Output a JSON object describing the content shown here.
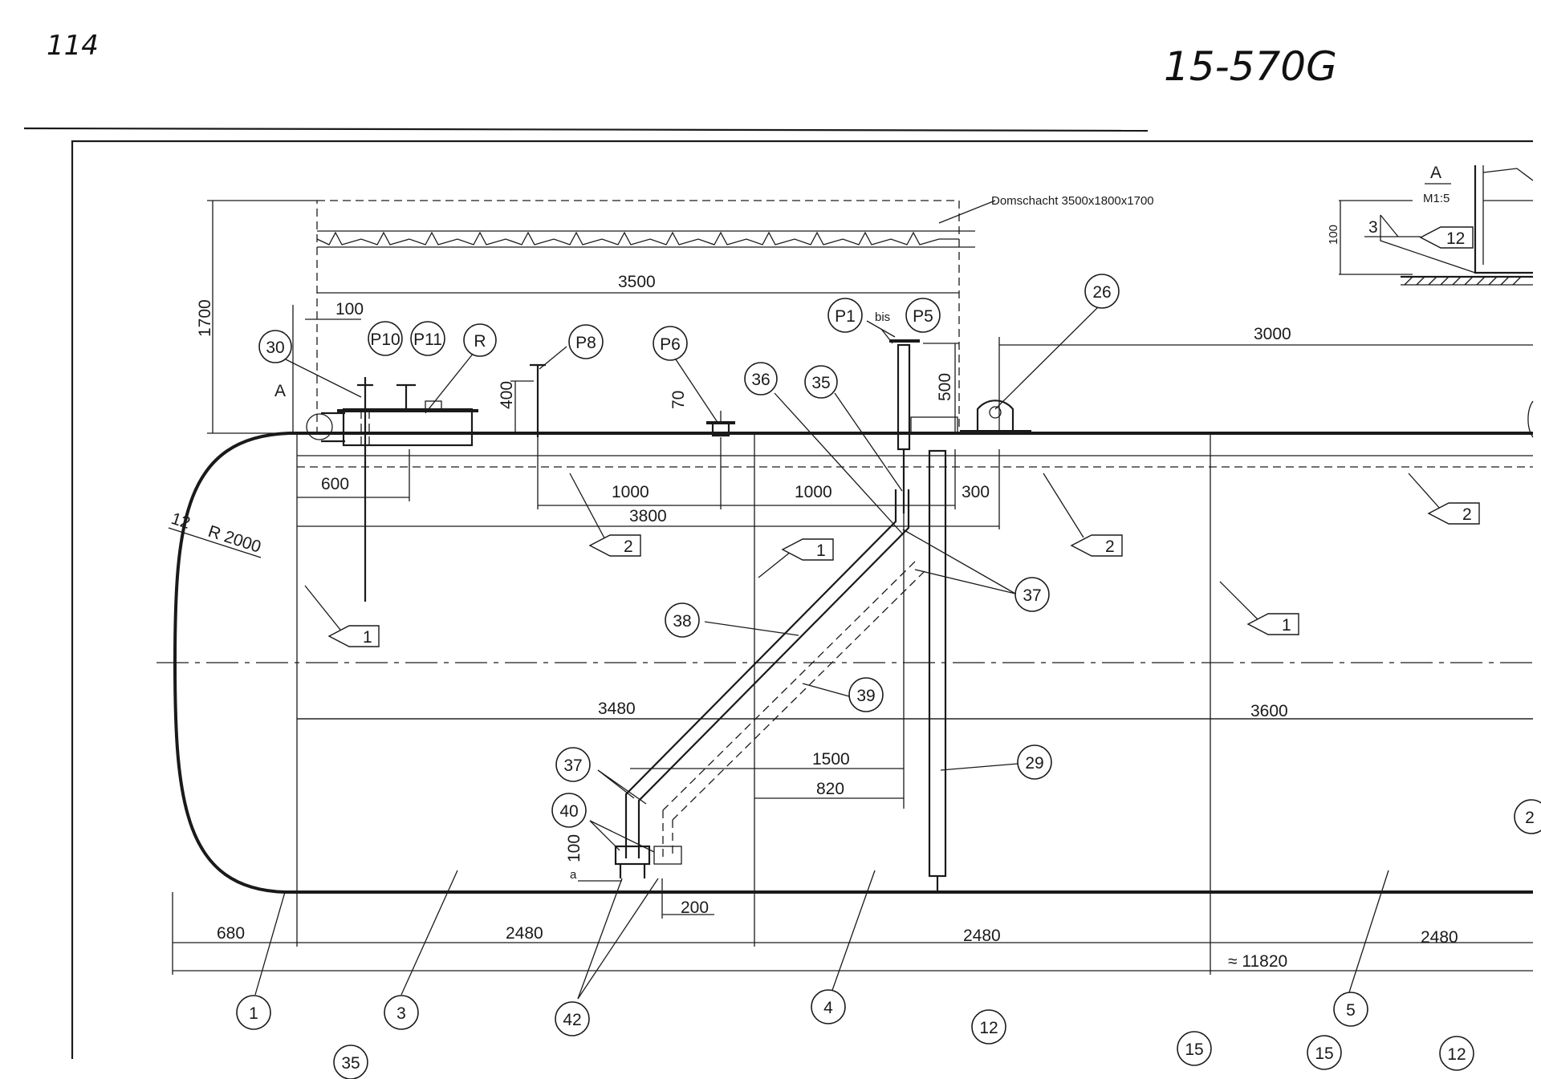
{
  "header": {
    "page_number": "114",
    "drawing_number": "15-570G"
  },
  "annotations": {
    "dome_shaft": "Domschacht 3500x1800x1700",
    "detail_label": "A",
    "detail_label_tank": "A",
    "detail_scale": "M1:5",
    "radius_12": "12",
    "radius": "R 2000",
    "bis": "bis",
    "weld_3": "3",
    "dim_100_detail": "100",
    "weld_12": "12",
    "small_a": "a"
  },
  "dimensions": {
    "d3500": "3500",
    "d1700": "1700",
    "d100": "100",
    "d400": "400",
    "d70": "70",
    "d500": "500",
    "d3000": "3000",
    "d600": "600",
    "d1000a": "1000",
    "d1000b": "1000",
    "d300": "300",
    "d3800": "3800",
    "d3480": "3480",
    "d3600": "3600",
    "d1500": "1500",
    "d820": "820",
    "d100v": "100",
    "d200": "200",
    "d680": "680",
    "d2480a": "2480",
    "d2480b": "2480",
    "d2480c": "2480",
    "d11820": "≈ 11820"
  },
  "bubbles": {
    "b30": "30",
    "bP10": "P10",
    "bP11": "P11",
    "bR": "R",
    "bP8": "P8",
    "bP6": "P6",
    "bP1": "P1",
    "bP5": "P5",
    "b26": "26",
    "b36": "36",
    "b35": "35",
    "b37a": "37",
    "b38": "38",
    "b39": "39",
    "b29": "29",
    "b37b": "37",
    "b40": "40",
    "b1": "1",
    "b3": "3",
    "b42": "42",
    "b4": "4",
    "b12a": "12",
    "b15a": "15",
    "b15b": "15",
    "b12b": "12",
    "b5": "5",
    "b35b": "35",
    "b2edge": "2"
  },
  "weld_flags": {
    "f1a": "1",
    "f2a": "2",
    "f1b": "1",
    "f2b": "2",
    "f1c": "1",
    "f2c": "2"
  }
}
